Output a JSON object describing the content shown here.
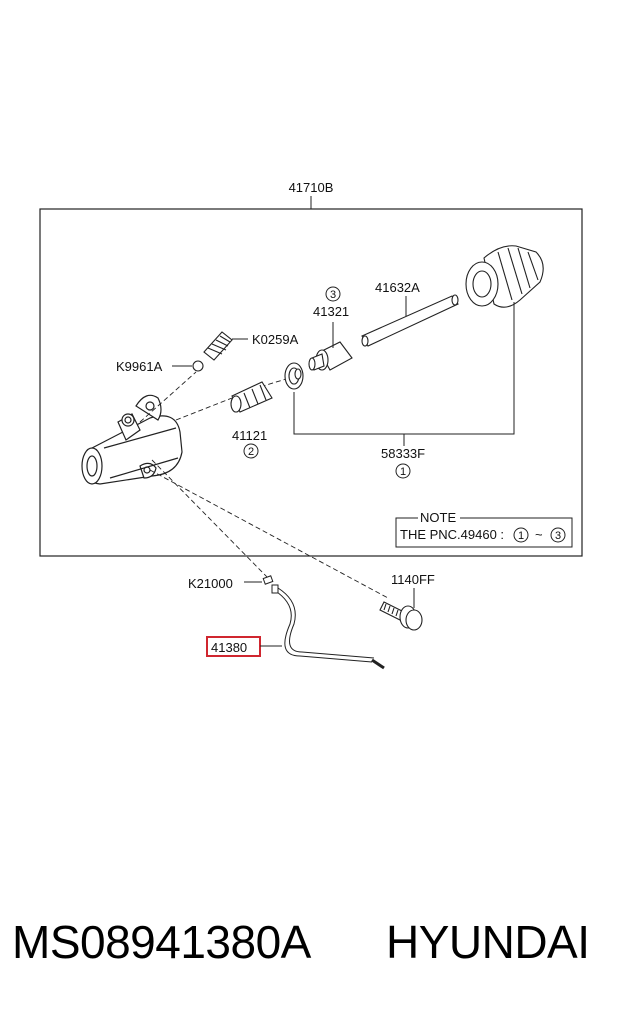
{
  "assembly_label": "41710B",
  "parts": {
    "k0259a": "K0259A",
    "k9961a": "K9961A",
    "p41321": "41321",
    "p41321_ref": "3",
    "p41632a": "41632A",
    "p41121": "41121",
    "p41121_ref": "2",
    "p58333f": "58333F",
    "p58333f_ref": "1",
    "k21000": "K21000",
    "p1140ff": "1140FF",
    "p41380": "41380"
  },
  "note": {
    "title": "NOTE",
    "text": "THE PNC.49460 :",
    "range_start": "1",
    "tilde": "~",
    "range_end": "3"
  },
  "footer": {
    "part_number": "MS08941380A",
    "brand": "HYUNDAI"
  },
  "colors": {
    "highlight": "#d0262f",
    "line": "#222222"
  }
}
